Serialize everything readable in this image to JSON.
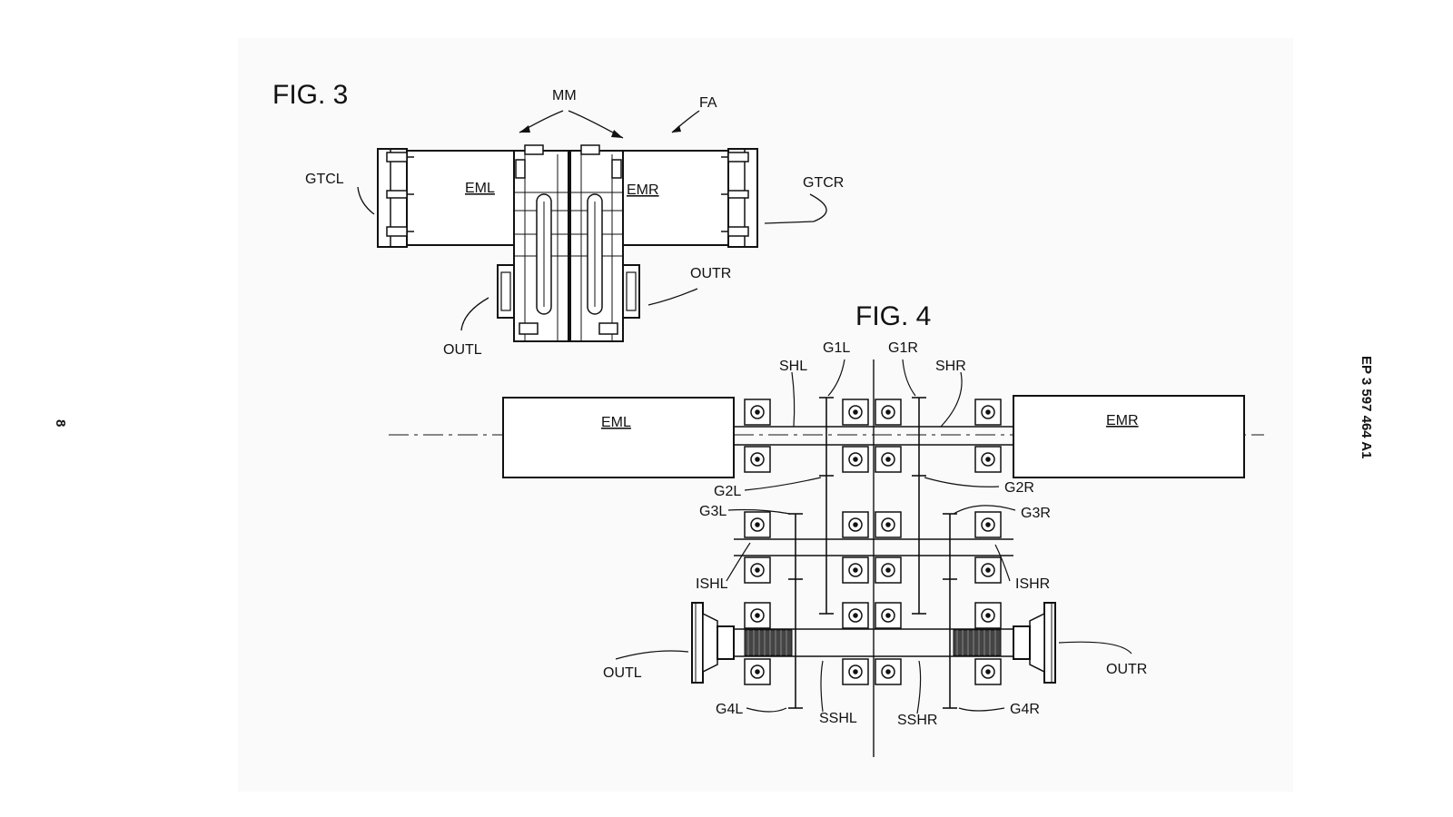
{
  "page_number": "8",
  "publication_number": "EP 3 597 464 A1",
  "fig3": {
    "title": "FIG. 3",
    "labels": {
      "mm": "MM",
      "fa": "FA",
      "gtcl": "GTCL",
      "gtcr": "GTCR",
      "eml": "EML",
      "emr": "EMR",
      "outl": "OUTL",
      "outr": "OUTR"
    }
  },
  "fig4": {
    "title": "FIG. 4",
    "labels": {
      "eml": "EML",
      "emr": "EMR",
      "shl": "SHL",
      "shr": "SHR",
      "g1l": "G1L",
      "g1r": "G1R",
      "g2l": "G2L",
      "g2r": "G2R",
      "g3l": "G3L",
      "g3r": "G3R",
      "ishl": "ISHL",
      "ishr": "ISHR",
      "outl": "OUTL",
      "outr": "OUTR",
      "g4l": "G4L",
      "g4r": "G4R",
      "sshl": "SSHL",
      "sshr": "SSHR"
    }
  }
}
